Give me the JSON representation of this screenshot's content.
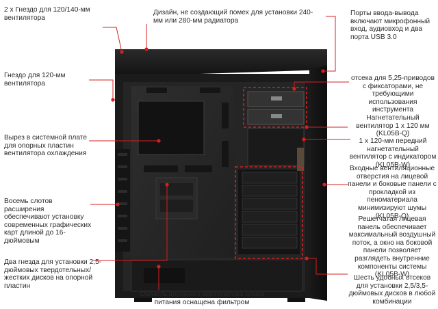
{
  "annotations": [
    {
      "id": "fan-slot-top",
      "text": "2 х Гнездо для 120/140-мм вентилятора"
    },
    {
      "id": "top-design",
      "text": "Дизайн, не создающий помех для установки 240-мм или 280-мм радиатора"
    },
    {
      "id": "io-ports",
      "text": "Порты ввода-вывода включают микрофонный вход, аудиовход и два порта USB 3.0"
    },
    {
      "id": "fan-slot-rear",
      "text": "Гнездо для 120-мм вентилятора"
    },
    {
      "id": "drive-bays-525",
      "text": "отсека для 5,25-приводов с фиксаторами, не требующими использования инструмента"
    },
    {
      "id": "intake-fan",
      "text": "Нагнетательный вентилятор 1 х 120 мм (KL05B-Q)"
    },
    {
      "id": "front-fan-led",
      "text": "1 х 120-мм передний нагнетательный вентилятор с индикатором (KL05B-W)"
    },
    {
      "id": "cpu-cutout",
      "text": "Вырез в системной плате для опорных пластин вентилятора охлаждения"
    },
    {
      "id": "vent-holes",
      "text": "Входные вентиляционные отверстия на лицевой панели и боковые панели с прокладкой из пеноматериала минимизируют шумы (KL05B-Q)"
    },
    {
      "id": "expansion-slots",
      "text": "Восемь слотов расширения обеспечивают установку современных графических карт длиной до 16-дюймовым"
    },
    {
      "id": "mesh-front",
      "text": "Решетчатая лицевая панель обеспечивает максимальный воздушный поток, а окно на боковой панели позволяет разглядеть внутренние компоненты системы (KL05B-W)"
    },
    {
      "id": "ssd-mounts",
      "text": "Два гнезда для установки 2,5-дюймовых твердотельных/жестких дисков на опорной пластин"
    },
    {
      "id": "drive-bays-35",
      "text": "Шесть удобных отсеков для установки 2,5/3,5-дюймовых дисков в любой комбинации"
    },
    {
      "id": "psu-fan-filter",
      "text": "Область впускного вентилятора блока питания оснащена фильтром"
    }
  ],
  "colors": {
    "accent": "#d42020",
    "text": "#2b2b2b",
    "case_outer": "#1c1c1c",
    "case_inner": "#262626",
    "case_edge": "#3a3a3a"
  }
}
